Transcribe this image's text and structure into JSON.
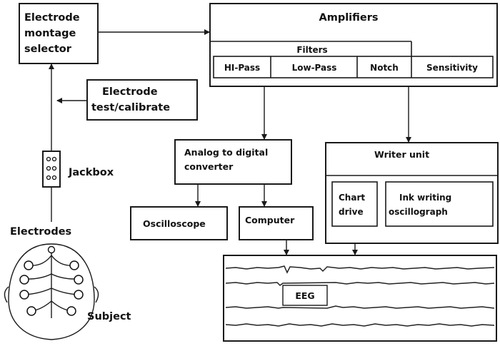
{
  "labels": {
    "montage_line1": "Electrode",
    "montage_line2": "montage",
    "montage_line3": "selector",
    "amplifiers": "Amplifiers",
    "filters": "Filters",
    "hi_pass": "HI-Pass",
    "low_pass": "Low-Pass",
    "notch": "Notch",
    "sensitivity": "Sensitivity",
    "test_line1": "Electrode",
    "test_line2": "test/calibrate",
    "jackbox": "Jackbox",
    "adc_line1": "Analog to digital",
    "adc_line2": "converter",
    "writer_unit": "Writer unit",
    "chart_line1": "Chart",
    "chart_line2": "drive",
    "ink_line1": "Ink writing",
    "ink_line2": "oscillograph",
    "oscilloscope": "Oscilloscope",
    "computer": "Computer",
    "electrodes": "Electrodes",
    "subject": "Subject",
    "eeg": "EEG"
  }
}
